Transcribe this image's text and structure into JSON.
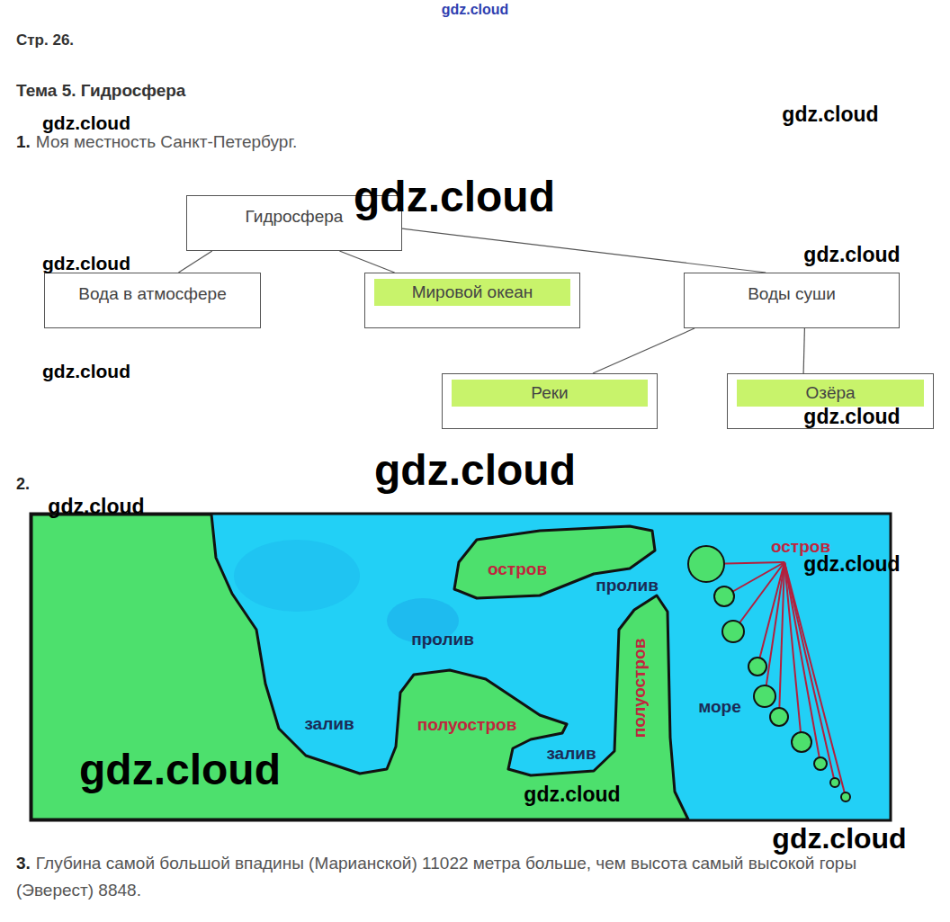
{
  "diagram": {
    "title": "Тема 5. Гидросфера",
    "nodes": [
      {
        "text": [
          "Гидросфера"
        ]
      },
      {
        "text": [
          "Вода в атмосфере"
        ]
      },
      {
        "text": [
          "Мировой океан"
        ]
      },
      {
        "text": [
          "Воды суши"
        ]
      },
      {
        "text": [
          "Реки"
        ]
      },
      {
        "text": [
          "Озёра"
        ]
      }
    ],
    "edges": [
      {
        "from": 0,
        "to": 1,
        "arrow": "none"
      },
      {
        "from": 0,
        "to": 2,
        "arrow": "none"
      },
      {
        "from": 0,
        "to": 3,
        "arrow": "none"
      },
      {
        "from": 3,
        "to": 4,
        "arrow": "none"
      },
      {
        "from": 3,
        "to": 5,
        "arrow": "none"
      }
    ],
    "labels": [
      "Стр. 26.",
      "1.",
      "Моя местность Санкт-Петербург.",
      "2.",
      "остров",
      "пролив",
      "пролив",
      "залив",
      "полуостров",
      "залив",
      "полуостров",
      "море",
      "остров",
      "3.",
      "Глубина самой большой впадины (Марианской) 11022 метра больше, чем высота самый высокой горы (Эверест) 8848.",
      "gdz.cloud",
      "gdz.cloud",
      "gdz.cloud",
      "gdz.cloud",
      "gdz.cloud",
      "gdz.cloud",
      "gdz.cloud",
      "gdz.cloud",
      "gdz.cloud",
      "gdz.cloud",
      "gdz.cloud",
      "gdz.cloud",
      "gdz.cloud",
      "gdz.cloud"
    ]
  }
}
